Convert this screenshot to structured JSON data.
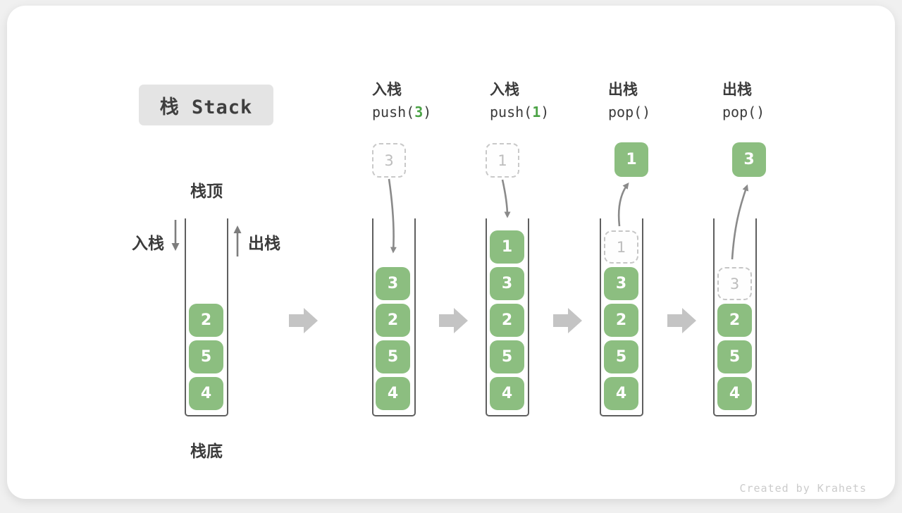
{
  "title": "栈 Stack",
  "watermark": "Created by Krahets",
  "labels": {
    "stack_top": "栈顶",
    "stack_bottom": "栈底",
    "push_side": "入栈",
    "pop_side": "出栈"
  },
  "operations": [
    {
      "action": "入栈",
      "code": [
        "push(",
        "3",
        ")"
      ]
    },
    {
      "action": "入栈",
      "code": [
        "push(",
        "1",
        ")"
      ]
    },
    {
      "action": "出栈",
      "code": [
        "pop(",
        "",
        ")"
      ]
    },
    {
      "action": "出栈",
      "code": [
        "pop(",
        "",
        ")"
      ]
    }
  ],
  "stacks": [
    {
      "state": "initial",
      "blocks": [
        "2",
        "5",
        "4"
      ]
    },
    {
      "state": "after push(3) pending",
      "incoming": "3",
      "blocks": [
        "3",
        "2",
        "5",
        "4"
      ]
    },
    {
      "state": "after push(1) pending",
      "incoming": "1",
      "blocks": [
        "1",
        "3",
        "2",
        "5",
        "4"
      ]
    },
    {
      "state": "pop() removes 1",
      "outgoing": "1",
      "ghost": "1",
      "blocks": [
        "3",
        "2",
        "5",
        "4"
      ]
    },
    {
      "state": "pop() removes 3",
      "outgoing": "3",
      "ghost": "3",
      "blocks": [
        "2",
        "5",
        "4"
      ]
    }
  ],
  "colors": {
    "block_green": "#8cbe80",
    "code_arg_green": "#4ca346",
    "frame_border": "#5f5f5f",
    "dashed_gray": "#c9c9c9",
    "curve_arrow_gray": "#8a8a8a",
    "flow_arrow_gray": "#c4c4c4",
    "title_bg": "#e4e4e4",
    "text_dark": "#3b3b3b",
    "watermark_gray": "#cbcbcb",
    "page_bg": "#f0f0f0"
  }
}
